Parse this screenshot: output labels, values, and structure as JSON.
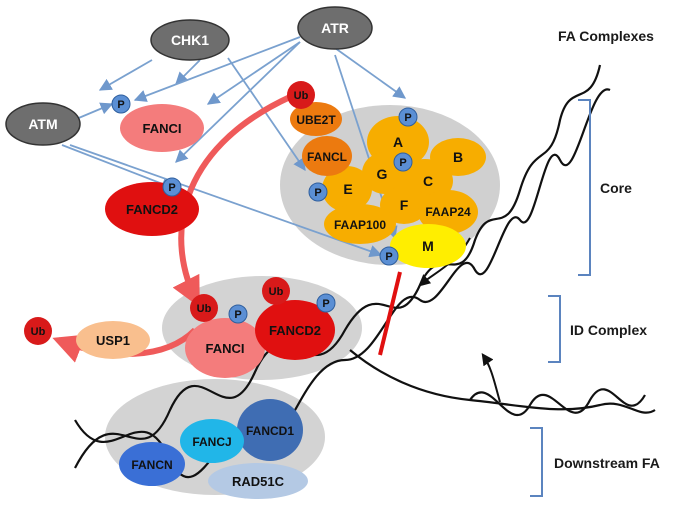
{
  "title": "FA Complexes",
  "sections": {
    "core": "Core",
    "id_complex": "ID Complex",
    "downstream": "Downstream FA"
  },
  "kinases": {
    "chk1": "CHK1",
    "atr": "ATR",
    "atm": "ATM"
  },
  "core_proteins": {
    "ube2t": "UBE2T",
    "fancl": "FANCL",
    "a": "A",
    "b": "B",
    "c": "C",
    "e": "E",
    "f": "F",
    "g": "G",
    "m": "M",
    "faap100": "FAAP100",
    "faap24": "FAAP24"
  },
  "phospho_substrates": {
    "fanci": "FANCI",
    "fancd2": "FANCD2"
  },
  "id_complex": {
    "fanci": "FANCI",
    "fancd2": "FANCD2",
    "usp1": "USP1"
  },
  "downstream_proteins": {
    "fancn": "FANCN",
    "fancj": "FANCJ",
    "fancd1": "FANCD1",
    "rad51c": "RAD51C"
  },
  "modifications": {
    "ubiquitin": "Ub",
    "phosphate": "P"
  },
  "colors": {
    "kinase": "#6e6e6e",
    "fanci": "#f47c7c",
    "fancd2": "#e01010",
    "core_orange": "#f7ad00",
    "ube2t": "#ec7a0f",
    "m": "#ffee00",
    "phosphate": "#5b8fd4",
    "ubiquitin": "#d81a1a",
    "usp1": "#f9bf8e",
    "fancn": "#3a6fd6",
    "fancj": "#21b6e8",
    "fancd1": "#3f6db3",
    "rad51c": "#b4c9e4",
    "arrow_blue": "#7aa1cf",
    "arrow_red": "#ef5a5a"
  }
}
